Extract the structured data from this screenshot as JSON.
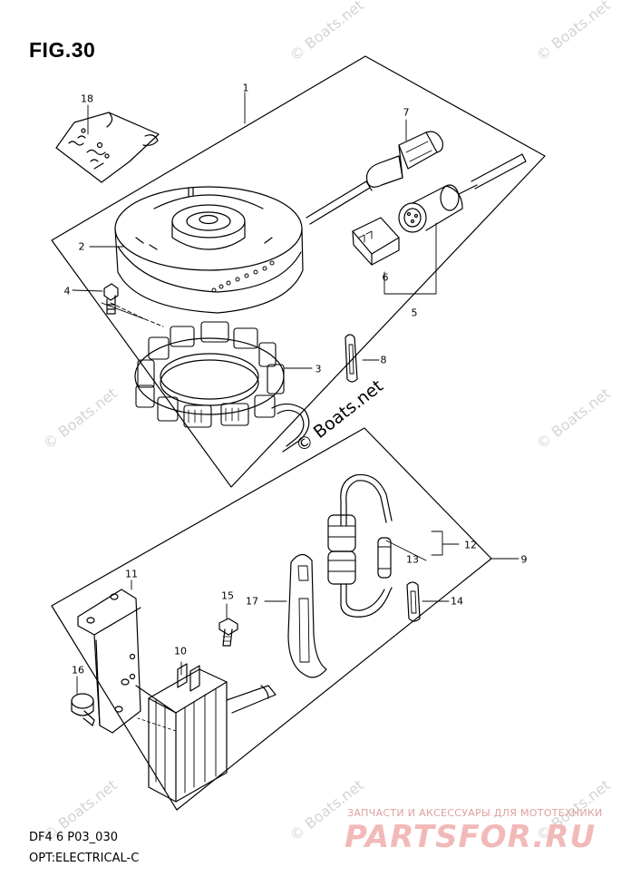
{
  "figure": {
    "title": "FIG.30",
    "code": "DF4 6 P03_030",
    "subtitle": "OPT:ELECTRICAL-C"
  },
  "watermark": "© Boats.net",
  "promo": {
    "tagline": "ЗАПЧАСТИ И АКСЕССУАРЫ ДЛЯ МОТОТЕХНИКИ",
    "logo": "PARTSFOR.RU"
  },
  "callouts": {
    "c1": "1",
    "c2": "2",
    "c3": "3",
    "c4": "4",
    "c5": "5",
    "c6": "6",
    "c7": "7",
    "c8": "8",
    "c9": "9",
    "c10": "10",
    "c11": "11",
    "c12": "12",
    "c13": "13",
    "c14": "14",
    "c15": "15",
    "c16": "16",
    "c17": "17",
    "c18": "18"
  }
}
